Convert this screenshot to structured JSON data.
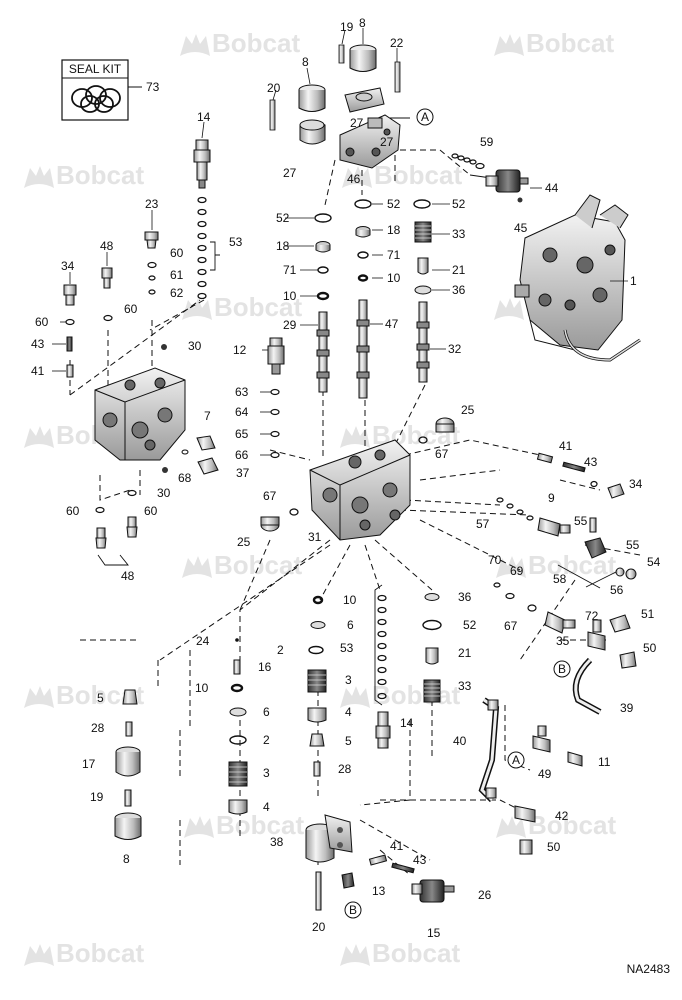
{
  "watermark": {
    "text": "Bobcat",
    "icon": "bobcat-logo-icon"
  },
  "seal_kit": {
    "label": "SEAL KIT",
    "number": "73"
  },
  "drawing_code": "NA2483",
  "connectors": [
    {
      "id": "conn-A-top",
      "letter": "A"
    },
    {
      "id": "conn-A-bottom",
      "letter": "A"
    },
    {
      "id": "conn-B-right",
      "letter": "B"
    },
    {
      "id": "conn-B-bottom",
      "letter": "B"
    }
  ],
  "callouts": [
    {
      "id": "c19a",
      "n": "19"
    },
    {
      "id": "c8a",
      "n": "8"
    },
    {
      "id": "c22",
      "n": "22"
    },
    {
      "id": "c8b",
      "n": "8"
    },
    {
      "id": "c20a",
      "n": "20"
    },
    {
      "id": "c27a",
      "n": "27"
    },
    {
      "id": "c27b",
      "n": "27"
    },
    {
      "id": "c27c",
      "n": "27"
    },
    {
      "id": "c46",
      "n": "46"
    },
    {
      "id": "c59",
      "n": "59"
    },
    {
      "id": "c44",
      "n": "44"
    },
    {
      "id": "c45",
      "n": "45"
    },
    {
      "id": "c14a",
      "n": "14"
    },
    {
      "id": "c23",
      "n": "23"
    },
    {
      "id": "c53a",
      "n": "53"
    },
    {
      "id": "c48a",
      "n": "48"
    },
    {
      "id": "c60a",
      "n": "60"
    },
    {
      "id": "c61",
      "n": "61"
    },
    {
      "id": "c62",
      "n": "62"
    },
    {
      "id": "c34a",
      "n": "34"
    },
    {
      "id": "c60b",
      "n": "60"
    },
    {
      "id": "c60c",
      "n": "60"
    },
    {
      "id": "c43a",
      "n": "43"
    },
    {
      "id": "c41a",
      "n": "41"
    },
    {
      "id": "c30a",
      "n": "30"
    },
    {
      "id": "c12",
      "n": "12"
    },
    {
      "id": "c52a",
      "n": "52"
    },
    {
      "id": "c52b",
      "n": "52"
    },
    {
      "id": "c52c",
      "n": "52"
    },
    {
      "id": "c18a",
      "n": "18"
    },
    {
      "id": "c18b",
      "n": "18"
    },
    {
      "id": "c33a",
      "n": "33"
    },
    {
      "id": "c71a",
      "n": "71"
    },
    {
      "id": "c71b",
      "n": "71"
    },
    {
      "id": "c21a",
      "n": "21"
    },
    {
      "id": "c10a",
      "n": "10"
    },
    {
      "id": "c10b",
      "n": "10"
    },
    {
      "id": "c36a",
      "n": "36"
    },
    {
      "id": "c29",
      "n": "29"
    },
    {
      "id": "c47",
      "n": "47"
    },
    {
      "id": "c32",
      "n": "32"
    },
    {
      "id": "c1",
      "n": "1"
    },
    {
      "id": "c63",
      "n": "63"
    },
    {
      "id": "c64",
      "n": "64"
    },
    {
      "id": "c65",
      "n": "65"
    },
    {
      "id": "c66",
      "n": "66"
    },
    {
      "id": "c7",
      "n": "7"
    },
    {
      "id": "c68",
      "n": "68"
    },
    {
      "id": "c37",
      "n": "37"
    },
    {
      "id": "c30b",
      "n": "30"
    },
    {
      "id": "c25a",
      "n": "25"
    },
    {
      "id": "c67a",
      "n": "67"
    },
    {
      "id": "c41b",
      "n": "41"
    },
    {
      "id": "c43b",
      "n": "43"
    },
    {
      "id": "c34b",
      "n": "34"
    },
    {
      "id": "c60d",
      "n": "60"
    },
    {
      "id": "c60e",
      "n": "60"
    },
    {
      "id": "c67b",
      "n": "67"
    },
    {
      "id": "c9",
      "n": "9"
    },
    {
      "id": "c25b",
      "n": "25"
    },
    {
      "id": "c31",
      "n": "31"
    },
    {
      "id": "c57",
      "n": "57"
    },
    {
      "id": "c55a",
      "n": "55"
    },
    {
      "id": "c55b",
      "n": "55"
    },
    {
      "id": "c54",
      "n": "54"
    },
    {
      "id": "c48b",
      "n": "48"
    },
    {
      "id": "c70",
      "n": "70"
    },
    {
      "id": "c69",
      "n": "69"
    },
    {
      "id": "c58",
      "n": "58"
    },
    {
      "id": "c56",
      "n": "56"
    },
    {
      "id": "c10c",
      "n": "10"
    },
    {
      "id": "c36b",
      "n": "36"
    },
    {
      "id": "c6a",
      "n": "6"
    },
    {
      "id": "c52d",
      "n": "52"
    },
    {
      "id": "c67c",
      "n": "67"
    },
    {
      "id": "c72",
      "n": "72"
    },
    {
      "id": "c51",
      "n": "51"
    },
    {
      "id": "c35",
      "n": "35"
    },
    {
      "id": "c50a",
      "n": "50"
    },
    {
      "id": "c24",
      "n": "24"
    },
    {
      "id": "c16",
      "n": "16"
    },
    {
      "id": "c2a",
      "n": "2"
    },
    {
      "id": "c53b",
      "n": "53"
    },
    {
      "id": "c21b",
      "n": "21"
    },
    {
      "id": "c3a",
      "n": "3"
    },
    {
      "id": "c33b",
      "n": "33"
    },
    {
      "id": "c5a",
      "n": "5"
    },
    {
      "id": "c10d",
      "n": "10"
    },
    {
      "id": "c28a",
      "n": "28"
    },
    {
      "id": "c6b",
      "n": "6"
    },
    {
      "id": "c4a",
      "n": "4"
    },
    {
      "id": "c14b",
      "n": "14"
    },
    {
      "id": "c39",
      "n": "39"
    },
    {
      "id": "c17",
      "n": "17"
    },
    {
      "id": "c2b",
      "n": "2"
    },
    {
      "id": "c5b",
      "n": "5"
    },
    {
      "id": "c40",
      "n": "40"
    },
    {
      "id": "c49",
      "n": "49"
    },
    {
      "id": "c11",
      "n": "11"
    },
    {
      "id": "c3b",
      "n": "3"
    },
    {
      "id": "c28b",
      "n": "28"
    },
    {
      "id": "c19b",
      "n": "19"
    },
    {
      "id": "c4b",
      "n": "4"
    },
    {
      "id": "c42",
      "n": "42"
    },
    {
      "id": "c8c",
      "n": "8"
    },
    {
      "id": "c50b",
      "n": "50"
    },
    {
      "id": "c38",
      "n": "38"
    },
    {
      "id": "c41c",
      "n": "41"
    },
    {
      "id": "c43c",
      "n": "43"
    },
    {
      "id": "c13",
      "n": "13"
    },
    {
      "id": "c26",
      "n": "26"
    },
    {
      "id": "c15",
      "n": "15"
    },
    {
      "id": "c20b",
      "n": "20"
    }
  ]
}
